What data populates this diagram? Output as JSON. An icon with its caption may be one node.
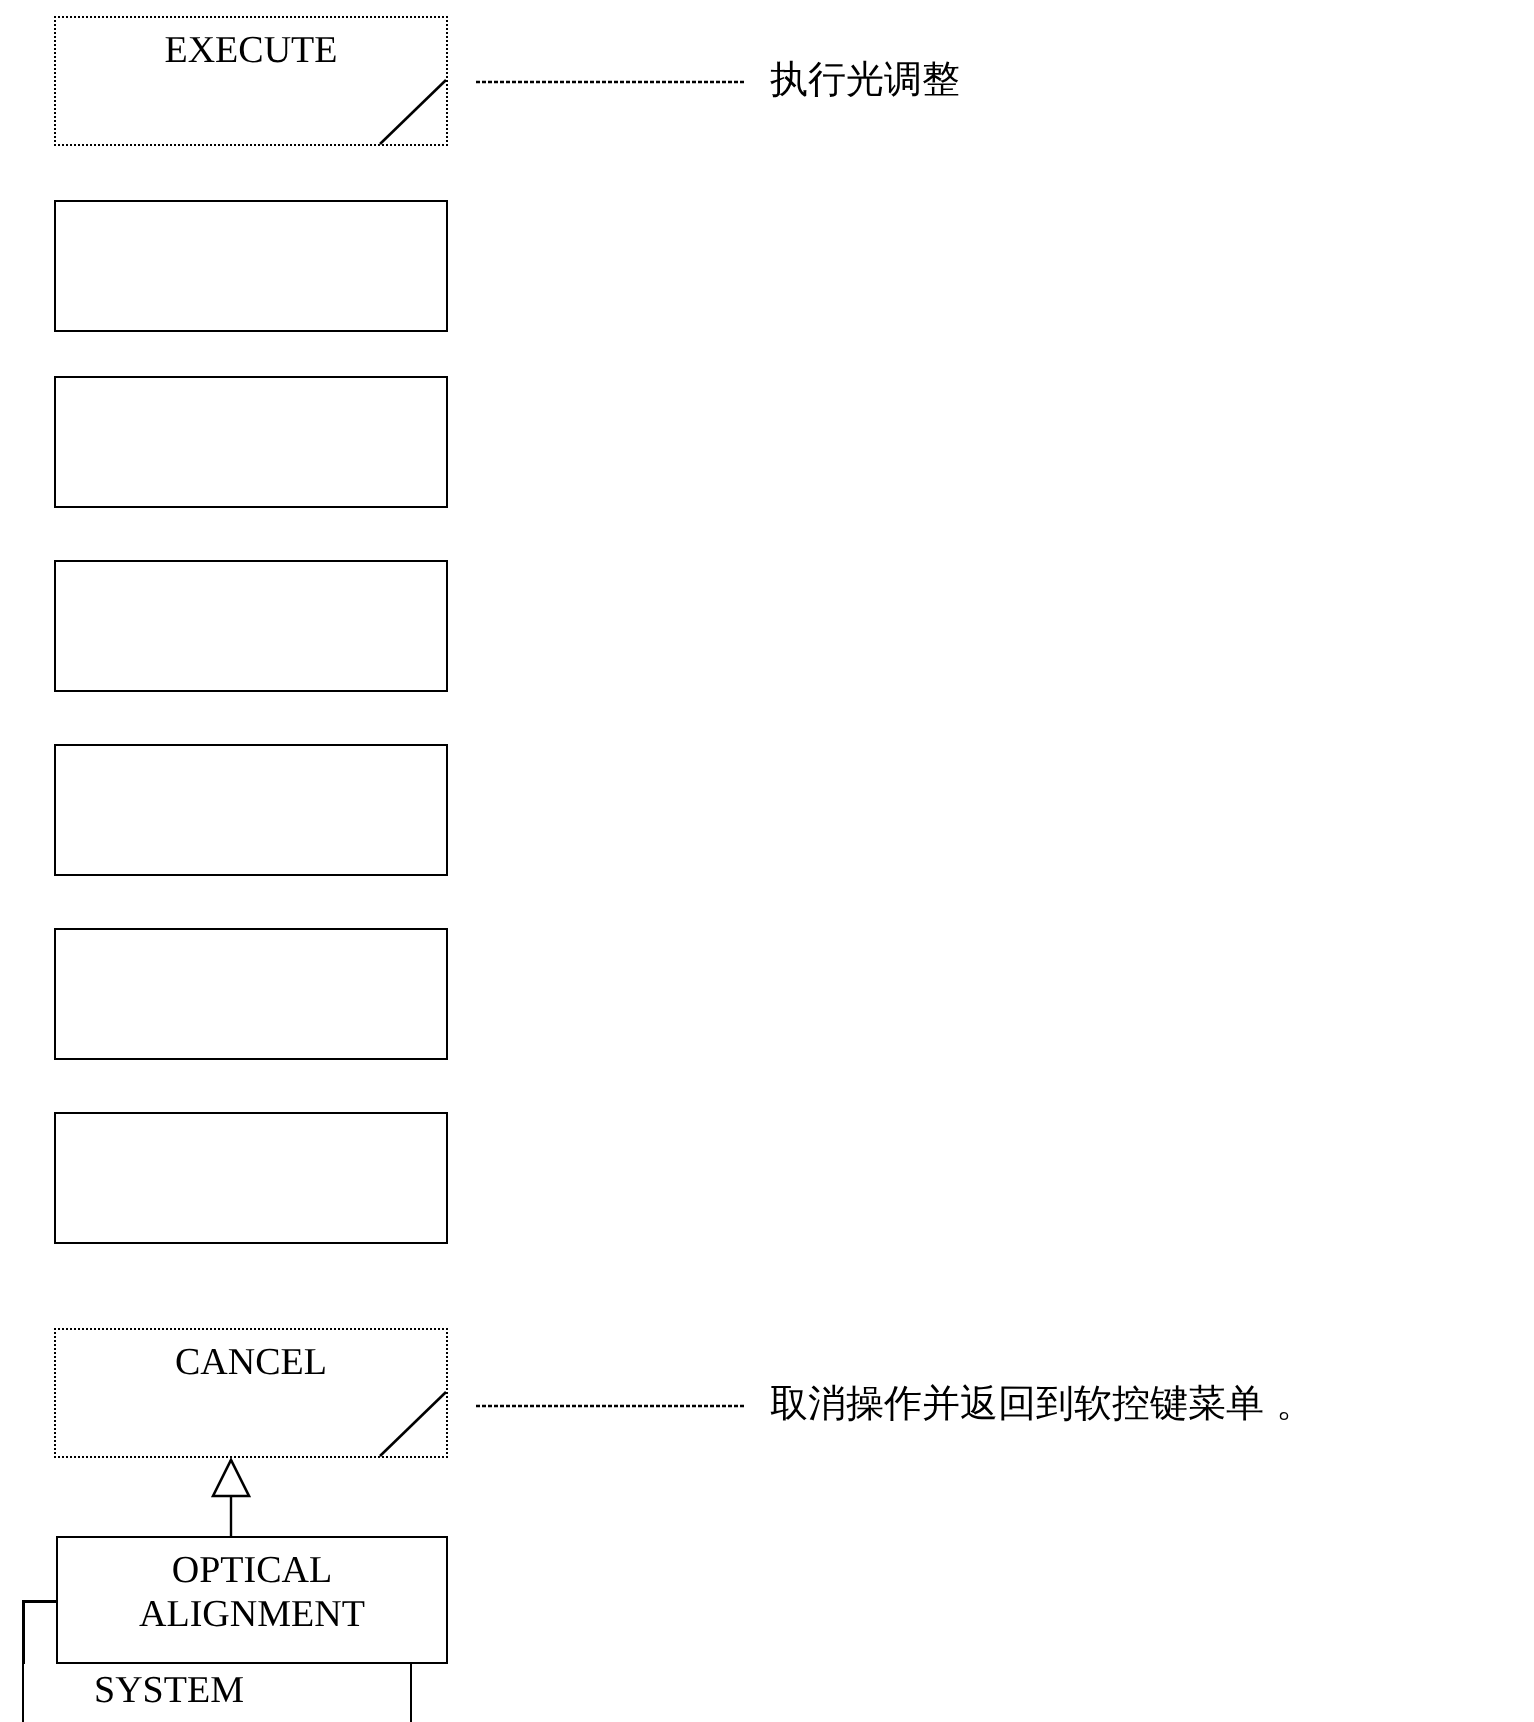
{
  "diagram": {
    "nodes": [
      {
        "text": [
          "EXECUTE"
        ]
      },
      {
        "text": [
          "执行光调整"
        ]
      },
      {
        "text": [],
        "shape": "box"
      },
      {
        "text": [],
        "shape": "box"
      },
      {
        "text": [],
        "shape": "box"
      },
      {
        "text": [],
        "shape": "box"
      },
      {
        "text": [],
        "shape": "box"
      },
      {
        "text": [],
        "shape": "box"
      },
      {
        "text": [
          "CANCEL"
        ]
      },
      {
        "text": [
          "取消操作并返回到软控键菜单 。"
        ]
      },
      {
        "text": [
          "OPTICAL ALIGNMENT"
        ]
      },
      {
        "text": [
          "SYSTEM"
        ]
      }
    ],
    "edges": [
      {
        "from": 0,
        "to": 1,
        "arrow": "none",
        "style": "dashed"
      },
      {
        "from": 8,
        "to": 9,
        "arrow": "none",
        "style": "dashed"
      },
      {
        "from": 10,
        "to": 8,
        "arrow": "to"
      }
    ]
  }
}
